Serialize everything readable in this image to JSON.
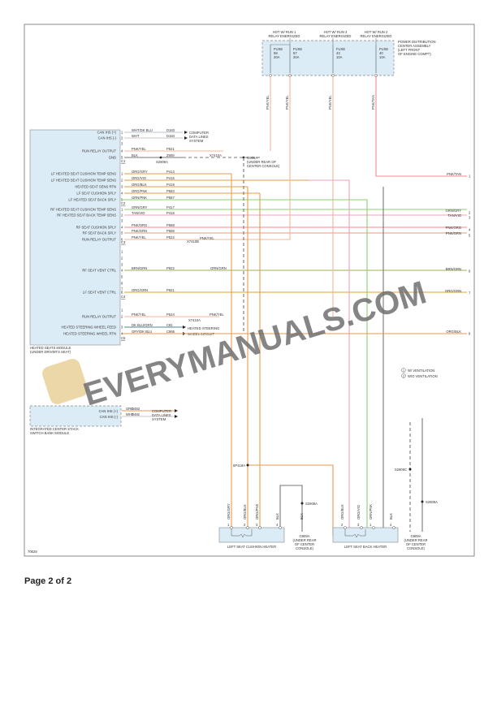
{
  "diagram_id": "70628",
  "page_label": "Page 2 of 2",
  "watermark": "EVERYMANUALS.COM",
  "legend": {
    "w_vent": "W/ VENTILATION",
    "wo_vent": "W/O VENTILATION",
    "sym1": "1",
    "sym2": "2"
  },
  "fuse_box": {
    "label": "POWER DISTRIBUTION CENTER ASSEMBLY (LEFT FRONT OF ENGINE COMPT)",
    "label_lines": [
      "POWER DISTRIBUTION",
      "CENTER ASSEMBLY",
      "(LEFT FRONT",
      "OF ENGINE COMPT)"
    ],
    "feeds": [
      {
        "line1": "HOT W/ RUN 1",
        "line2": "RELAY ENERGIZED"
      },
      {
        "line1": "HOT W/ RUN 3",
        "line2": "RELAY ENERGIZED"
      },
      {
        "line1": "HOT W/ RUN 2",
        "line2": "RELAY ENERGIZED"
      }
    ],
    "fuses": [
      {
        "name": "FUSE",
        "num": "58",
        "amps": "20A",
        "wire": "PNK/YEL"
      },
      {
        "name": "FUSE",
        "num": "57",
        "amps": "20A",
        "wire": "PNK/YEL"
      },
      {
        "name": "FUSE",
        "num": "43",
        "amps": "10A",
        "wire": "PNK/YEL"
      },
      {
        "name": "FUSE",
        "num": "40",
        "amps": "10A",
        "wire": "PNK/TAN"
      }
    ]
  },
  "module": {
    "name": "HEATED SEATS MODULE",
    "location": "(UNDER DRIVER'S SEAT)",
    "connectors": [
      "C1",
      "C2",
      "C3",
      "C4",
      "C5"
    ]
  },
  "wires": [
    {
      "pin": "1",
      "label": "CAN IHS (+)",
      "color": "WHT/DK BLU",
      "circuit": "D183",
      "hex": "#b9c4d6"
    },
    {
      "pin": "2",
      "label": "CAN IHS (-)",
      "color": "WHT",
      "circuit": "D184",
      "hex": "#c9c9c9"
    },
    {
      "pin": "3",
      "label": "",
      "color": "",
      "circuit": "",
      "hex": ""
    },
    {
      "pin": "4",
      "label": "RUN RELAY OUTPUT",
      "color": "PNK/YEL",
      "circuit": "P521",
      "hex": "#f4b59a"
    },
    {
      "pin": "5",
      "label": "GND",
      "color": "BLK",
      "circuit": "Z909",
      "hex": "#777777"
    },
    {
      "pin": "1",
      "label": "LF HEATED SEAT CUSHION TEMP SENS",
      "color": "ORG/GRY",
      "circuit": "P413",
      "hex": "#e69a4c"
    },
    {
      "pin": "2",
      "label": "LF HEATED SEAT CUSHION TEMP SENS",
      "color": "ORG/VIO",
      "circuit": "P415",
      "hex": "#e69a4c"
    },
    {
      "pin": "3",
      "label": "HEATED SEAT SENS RTN",
      "color": "ORG/BLK",
      "circuit": "P419",
      "hex": "#e69a4c"
    },
    {
      "pin": "4",
      "label": "LF SEAT CUSHION SPLY",
      "color": "ORG/PNK",
      "circuit": "P583",
      "hex": "#e69a4c"
    },
    {
      "pin": "5",
      "label": "LF HEATED SEAT BACK SPLY",
      "color": "GRN/PNK",
      "circuit": "P587",
      "hex": "#8ccf6e"
    },
    {
      "pin": "1",
      "label": "RF HEATED SEAT CUSHION TEMP SENS",
      "color": "GRN/GRY",
      "circuit": "P417",
      "hex": "#8ccf6e"
    },
    {
      "pin": "2",
      "label": "RF HEATED SEAT BACK TEMP SENS",
      "color": "TAN/VIO",
      "circuit": "P418",
      "hex": "#e8a3c0"
    },
    {
      "pin": "3",
      "label": "",
      "color": "",
      "circuit": "",
      "hex": ""
    },
    {
      "pin": "4",
      "label": "RF SEAT CUSHION SPLY",
      "color": "PNK/ORG",
      "circuit": "P586",
      "hex": "#f08c8c"
    },
    {
      "pin": "5",
      "label": "RF SEAT BACK SPLY",
      "color": "PNK/GRN",
      "circuit": "P588",
      "hex": "#d7a07a"
    },
    {
      "pin": "6",
      "label": "RUN RELAY OUTPUT",
      "color": "PNK/YEL",
      "circuit": "P522",
      "hex": "#f4b59a"
    },
    {
      "pin": "1",
      "label": "",
      "color": "",
      "circuit": "",
      "hex": ""
    },
    {
      "pin": "2",
      "label": "",
      "color": "",
      "circuit": "",
      "hex": ""
    },
    {
      "pin": "3",
      "label": "",
      "color": "",
      "circuit": "",
      "hex": ""
    },
    {
      "pin": "4",
      "label": "RF SEAT VENT CTRL",
      "color": "BRN/GRN",
      "circuit": "P922",
      "hex": "#9bb05a"
    },
    {
      "pin": "5",
      "label": "",
      "color": "",
      "circuit": "",
      "hex": ""
    },
    {
      "pin": "6",
      "label": "",
      "color": "",
      "circuit": "",
      "hex": ""
    },
    {
      "pin": "7",
      "label": "",
      "color": "",
      "circuit": "",
      "hex": ""
    },
    {
      "pin": "8",
      "label": "LF SEAT VENT CTRL",
      "color": "ORG/GRN",
      "circuit": "P921",
      "hex": "#e0a030"
    },
    {
      "pin": "1",
      "label": "",
      "color": "",
      "circuit": "",
      "hex": ""
    },
    {
      "pin": "2",
      "label": "RUN RELAY OUTPUT",
      "color": "PNK/YEL",
      "circuit": "P524",
      "hex": "#f4b59a"
    },
    {
      "pin": "3",
      "label": "HEATED STEERING WHEEL FEED",
      "color": "DK BLU/GRN",
      "circuit": "C81",
      "hex": "#4f8a8f"
    },
    {
      "pin": "4",
      "label": "HEATED STEERING WHEEL RTN",
      "color": "GRY/DK BLU",
      "circuit": "C865",
      "hex": "#a9b4c6"
    }
  ],
  "destinations": {
    "computer_data_lines": [
      "COMPUTER",
      "DATA LINES",
      "SYSTEM"
    ],
    "heated_steering": [
      "HEATED STEERING",
      "WHEEL CIRCUIT"
    ],
    "ground_splice": "S2909A",
    "ground_note": [
      "G909A",
      "(UNDER REAR OF",
      "CENTER CONSOLE)"
    ],
    "inline_connectors": [
      "X7410A",
      "X7410B",
      "X7410A"
    ],
    "right_wire_labels": [
      "PNK/YEL",
      "GRN/GRN",
      "PNK/YEL"
    ]
  },
  "offpage": [
    {
      "num": "1",
      "color": "PNK/TAN",
      "hex": "#f08c8c"
    },
    {
      "num": "2",
      "color": "GRN/GRY",
      "hex": "#8ccf6e"
    },
    {
      "num": "3",
      "color": "TAN/VIO",
      "hex": "#e8a3c0"
    },
    {
      "num": "4",
      "color": "PNK/ORG",
      "hex": "#f08c8c"
    },
    {
      "num": "5",
      "color": "PNK/GRN",
      "hex": "#d7a07a"
    },
    {
      "num": "6",
      "color": "BRN/GRN",
      "hex": "#9bb05a"
    },
    {
      "num": "7",
      "color": "ORG/GRN",
      "hex": "#e0a030"
    },
    {
      "num": "8",
      "color": "ORG/BLK",
      "hex": "#e69a4c"
    }
  ],
  "icsb": {
    "name": [
      "INTEGRATED CENTER STACK",
      "SWITCH BANK MODULE"
    ],
    "pins": [
      {
        "label": "CAN IHS (+)",
        "color": "ORG",
        "circuit": "D483"
      },
      {
        "label": "CAN IHS (-)",
        "color": "WHT",
        "circuit": "D482"
      }
    ],
    "dest": [
      "COMPUTER",
      "DATA LINES",
      "SYSTEM"
    ]
  },
  "heaters": [
    {
      "name": "LEFT SEAT CUSHION HEATER",
      "wires": [
        "ORG/GRY",
        "ORG/BLK",
        "ORG/PNK",
        "BLK"
      ],
      "pins": [
        "1",
        "2",
        "3",
        "4"
      ]
    },
    {
      "name": "LEFT SEAT BACK HEATER",
      "wires": [
        "ORG/BLK",
        "ORG/VIO",
        "GRN/PNK",
        "BLK"
      ],
      "pins": [
        "2",
        "3",
        "1",
        "4"
      ]
    }
  ],
  "splices": [
    "SP419A",
    "S2909A",
    "S2909C",
    "S2909A"
  ],
  "grounds": [
    {
      "lines": [
        "G909A",
        "(UNDER REAR",
        "OF CENTER",
        "CONSOLE)"
      ]
    },
    {
      "lines": [
        "G909A",
        "(UNDER REAR",
        "OF CENTER",
        "CONSOLE)"
      ]
    }
  ],
  "ground_wire": "BLK"
}
